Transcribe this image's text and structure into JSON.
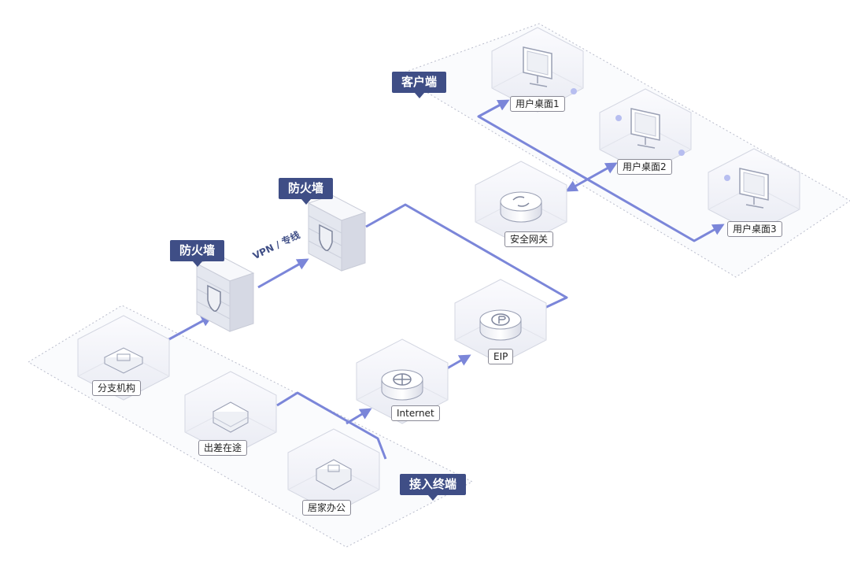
{
  "zones": {
    "client": "客户端",
    "access": "接入终端"
  },
  "firewalls": {
    "left": "防火墙",
    "right": "防火墙"
  },
  "link_label": "VPN / 专线",
  "nodes": {
    "branch": "分支机构",
    "travel": "出差在途",
    "home": "居家办公",
    "internet": "Internet",
    "eip": "EIP",
    "gateway": "安全网关",
    "desktop1": "用户桌面1",
    "desktop2": "用户桌面2",
    "desktop3": "用户桌面3"
  },
  "colors": {
    "tag_bg": "#3f4e86",
    "line": "#7b86d9",
    "zone_border": "#b9bccb"
  },
  "icons": {
    "branch": "terminal-device-icon",
    "travel": "laptop-stack-icon",
    "home": "home-device-icon",
    "internet": "globe-icon",
    "eip": "ip-icon",
    "gateway": "gateway-icon",
    "firewall": "shield-icon",
    "desktop": "monitor-icon"
  }
}
